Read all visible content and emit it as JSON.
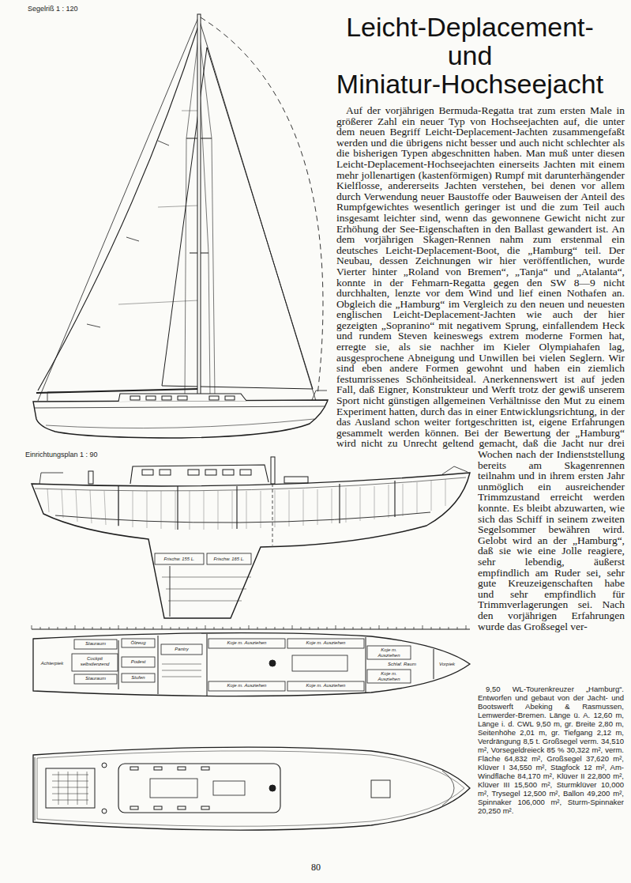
{
  "diagram": {
    "title": "Leicht-Deplacement- und Miniatur-Hochseejacht",
    "caption": "9,50 WL-Tourenkreuzer „Hamburg“. Entworfen und gebaut von der Jacht- und Bootswerft Abeking & Rasmussen, Lemwerder-Bremen. Länge ü. A. 12,60 m, Länge i. d. CWL 9,50 m, gr. Breite 2,80 m, Seitenhöhe 2,01 m, gr. Tiefgang 2,12 m, Verdrängung 8,5 t. Großsegel verm. 34,510 m², Vorsegeldreieck 85 % 30,322 m², verm. Fläche 64,832 m², Großsegel 37,620 m², Klüver I 34,550 m², Stagfock 12 m², Am-Windfläche 84,170 m², Klüver II 22,800 m², Klüver III 15,500 m², Sturmklüver 10,000 m², Trysegel 12,500 m², Ballon 49,200 m², Spinnaker 106,000 m², Sturm-Spinnaker 20,250 m².",
    "labels": [
      "Segelriß 1 : 120",
      "Auf der vorjährigen Bermuda-Regatta trat zum ersten Male in größerer Zahl ein neuer Typ von Hochseejachten auf, die unter dem neuen Begriff Leicht-Deplacement-Jachten zusammengefaßt werden und die übrigens nicht besser und auch nicht schlechter als die bisherigen Typen abgeschnitten haben. Man muß unter diesen Leicht-Deplacement-Hochseejachten einerseits Jachten mit einem mehr jollenartigen (kastenförmigen) Rumpf mit darunterhängender Kielflosse, andererseits Jachten verstehen, bei denen vor allem durch Verwendung neuer Baustoffe oder Bauweisen der Anteil des Rumpfgewichtes wesentlich geringer ist und die zum Teil auch insgesamt leichter sind, wenn das gewonnene Gewicht nicht zur Erhöhung der See-Eigenschaften in den Ballast gewandert ist. An dem vorjährigen Skagen-Rennen nahm zum erstenmal ein deutsches Leicht-Deplacement-Boot, die „Hamburg“ teil. Der Neubau, dessen Zeichnungen wir hier veröffentlichen, wurde Vierter hinter „Roland von Bremen“, „Tanja“ und „Atalanta“, konnte in der Fehmarn-Regatta gegen den SW 8—9 nicht durchhalten, lenzte vor dem Wind und lief einen Nothafen an. Obgleich die „Hamburg“ im Vergleich zu den neuen und neuesten englischen Leicht-Deplacement-Jachten wie auch der hier gezeigten „Sopranino“ mit negativem Sprung, einfallendem Heck und rundem Steven keineswegs extrem moderne Formen hat, erregte sie, als sie nachher im Kieler Olympiahafen lag, ausgesprochene Abneigung und Unwillen bei vielen Seglern. Wir sind eben andere Formen gewohnt und haben ein ziemlich festumrissenes Schönheitsideal. Anerkennenswert ist auf jeden Fall, daß Eigner, Konstrukteur und Werft trotz der gewiß unserem Sport nicht günstigen allgemeinen Verhältnisse den Mut zu einem Experiment hatten, durch das in einer Entwicklungsrichtung, in der das Ausland schon weiter fortgeschritten ist, eigene Erfahrungen gesammelt werden können. Bei der Bewertung der „Hamburg“ wird nicht zu Unrecht geltend gemacht, daß die Jacht nur drei Wochen nach der Indienststellung bereits am Skagenrennen teilnahm und in ihrem ersten Jahr unmöglich ein ausreichender Trimmzustand erreicht werden konnte. Es bleibt abzuwarten, wie sich das Schiff in seinem zweiten Segelsommer bewähren wird. Gelobt wird an der „Hamburg“, daß sie wie eine Jolle reagiere, sehr lebendig, äußerst empfindlich am Ruder sei, sehr gute Kreuzeigenschaften habe und sehr empfindlich für Trimmverlagerungen sei. Nach den vorjährigen Erfahrungen wurde das Großsegel ver-",
      "Einrichtungsplan 1 : 90",
      "Frischw. 155 L.",
      "Frischw. 165 L.",
      "Stauraum",
      "Ölzeug",
      "Pantry",
      "Koje m. Ausziehen",
      "Koje m. Ausziehen",
      "Koje m. Ausziehen",
      "Achterpiek",
      "Cockpit selbstlenzend",
      "Podest",
      "Schlaf. Raum",
      "Vorpiek",
      "Stauraum",
      "Stufen",
      "Koje m. Ausziehen",
      "Koje m. Ausziehen",
      "Koje m. Ausziehen",
      "80"
    ]
  }
}
